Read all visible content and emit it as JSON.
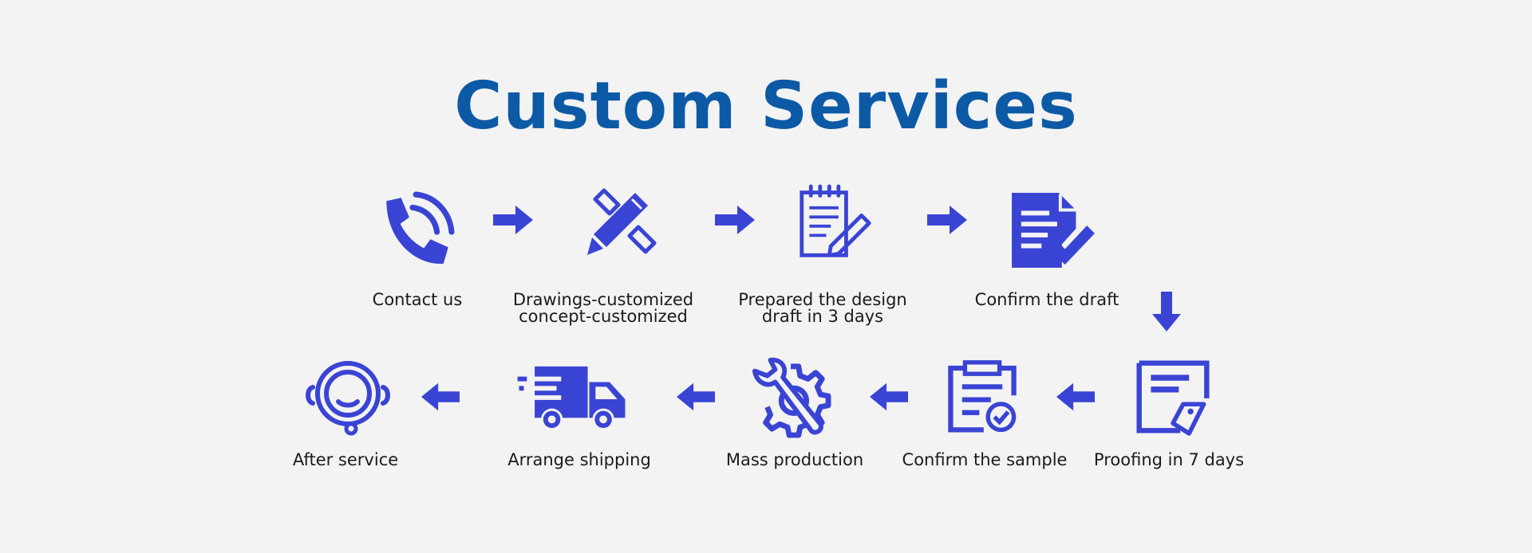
{
  "title": "Custom Services",
  "colors": {
    "title": "#0c5aa6",
    "icon": "#3a44d4",
    "label": "#1b1b1b",
    "background": "#f3f3f4"
  },
  "steps": [
    {
      "id": "contact",
      "icon": "phone-icon",
      "lines": [
        "Contact us"
      ]
    },
    {
      "id": "drawings",
      "icon": "pencil-ruler-icon",
      "lines": [
        "Drawings-customized",
        "concept-customized"
      ]
    },
    {
      "id": "design",
      "icon": "notepad-pencil-icon",
      "lines": [
        "Prepared the design",
        "draft in 3 days"
      ]
    },
    {
      "id": "confirm-draft",
      "icon": "document-check-icon",
      "lines": [
        "Confirm the draft"
      ]
    },
    {
      "id": "proofing",
      "icon": "document-tag-icon",
      "lines": [
        "Proofing in 7 days"
      ]
    },
    {
      "id": "confirm-sample",
      "icon": "clipboard-check-icon",
      "lines": [
        "Confirm the sample"
      ]
    },
    {
      "id": "mass-production",
      "icon": "wrench-gear-icon",
      "lines": [
        "Mass production"
      ]
    },
    {
      "id": "shipping",
      "icon": "delivery-truck-icon",
      "lines": [
        "Arrange shipping"
      ]
    },
    {
      "id": "after-service",
      "icon": "headset-icon",
      "lines": [
        "After service"
      ]
    }
  ]
}
